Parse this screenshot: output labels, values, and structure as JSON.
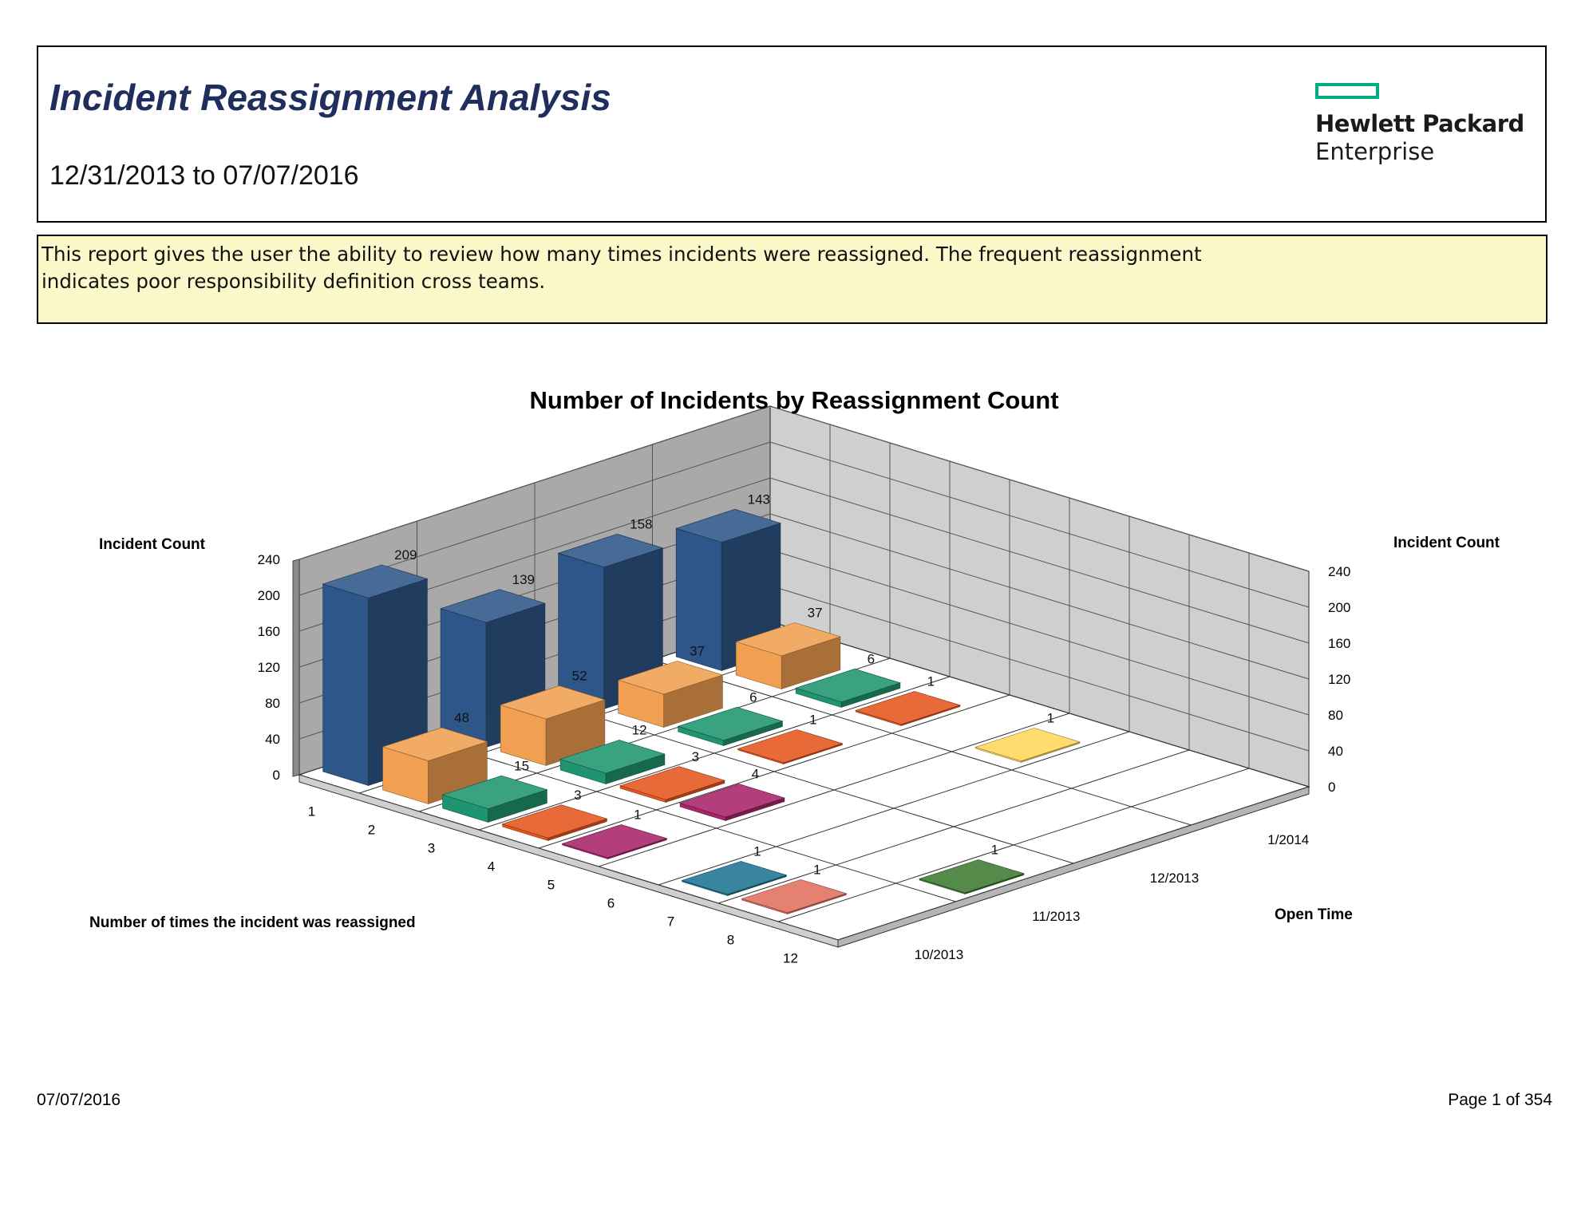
{
  "report": {
    "title": "Incident Reassignment Analysis",
    "date_range": "12/31/2013 to 07/07/2016",
    "description": "This report gives the user the ability to review how many times incidents were reassigned. The frequent reassignment indicates poor responsibility definition cross teams."
  },
  "logo": {
    "line1": "Hewlett Packard",
    "line2": "Enterprise",
    "accent_color": "#01a982"
  },
  "footer": {
    "date": "07/07/2016",
    "page": "Page 1 of 354"
  },
  "chart_data": {
    "type": "bar",
    "subtype": "3d-column",
    "title": "Number of Incidents by Reassignment Count",
    "zlabel_left": "Incident Count",
    "zlabel_right": "Incident Count",
    "xlabel": "Number of times the incident was reassigned",
    "ylabel": "Open Time",
    "x_categories": [
      "1",
      "2",
      "3",
      "4",
      "5",
      "6",
      "7",
      "8",
      "12"
    ],
    "y_categories": [
      "10/2013",
      "11/2013",
      "12/2013",
      "1/2014"
    ],
    "zlim": [
      0,
      240
    ],
    "z_ticks": [
      0,
      40,
      80,
      120,
      160,
      200,
      240
    ],
    "grid": true,
    "series_colors": {
      "1": "#2e5688",
      "2": "#f0a050",
      "3": "#1f9470",
      "4": "#e6561e",
      "5": "#a8256a",
      "6": "#ffd65c",
      "7": "#1e7492",
      "8": "#e0705f",
      "12": "#3f7a32"
    },
    "points": [
      {
        "x": "1",
        "y": "10/2013",
        "value": 209
      },
      {
        "x": "1",
        "y": "11/2013",
        "value": 139
      },
      {
        "x": "1",
        "y": "12/2013",
        "value": 158
      },
      {
        "x": "1",
        "y": "1/2014",
        "value": 143
      },
      {
        "x": "2",
        "y": "10/2013",
        "value": 48
      },
      {
        "x": "2",
        "y": "11/2013",
        "value": 52
      },
      {
        "x": "2",
        "y": "12/2013",
        "value": 37
      },
      {
        "x": "2",
        "y": "1/2014",
        "value": 37
      },
      {
        "x": "3",
        "y": "10/2013",
        "value": 15
      },
      {
        "x": "3",
        "y": "11/2013",
        "value": 12
      },
      {
        "x": "3",
        "y": "12/2013",
        "value": 6
      },
      {
        "x": "3",
        "y": "1/2014",
        "value": 6
      },
      {
        "x": "4",
        "y": "10/2013",
        "value": 3
      },
      {
        "x": "4",
        "y": "11/2013",
        "value": 3
      },
      {
        "x": "4",
        "y": "12/2013",
        "value": 1
      },
      {
        "x": "4",
        "y": "1/2014",
        "value": 1
      },
      {
        "x": "5",
        "y": "10/2013",
        "value": 1
      },
      {
        "x": "5",
        "y": "11/2013",
        "value": 4
      },
      {
        "x": "6",
        "y": "1/2014",
        "value": 1
      },
      {
        "x": "7",
        "y": "10/2013",
        "value": 1
      },
      {
        "x": "8",
        "y": "10/2013",
        "value": 1
      },
      {
        "x": "12",
        "y": "11/2013",
        "value": 1
      }
    ]
  }
}
